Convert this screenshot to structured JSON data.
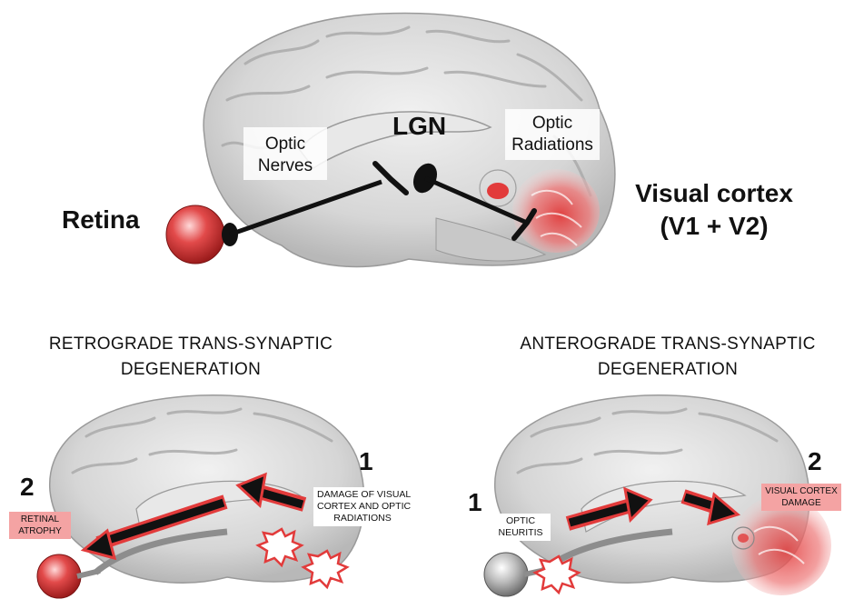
{
  "top": {
    "label_retina": "Retina",
    "label_optic_nerves": [
      "Optic",
      "Nerves"
    ],
    "label_lgn": "LGN",
    "label_optic_radiations": [
      "Optic",
      "Radiations"
    ],
    "label_visual_cortex": [
      "Visual cortex",
      "(V1 + V2)"
    ]
  },
  "retrograde": {
    "heading": [
      "RETROGRADE TRANS-SYNAPTIC",
      "DEGENERATION"
    ],
    "step1_number": "1",
    "step1_text": [
      "DAMAGE OF VISUAL",
      "CORTEX AND OPTIC",
      "RADIATIONS"
    ],
    "step2_number": "2",
    "step2_text": [
      "RETINAL",
      "ATROPHY"
    ]
  },
  "anterograde": {
    "heading": [
      "ANTEROGRADE TRANS-SYNAPTIC",
      "DEGENERATION"
    ],
    "step1_number": "1",
    "step1_text": [
      "OPTIC",
      "NEURITIS"
    ],
    "step2_number": "2",
    "step2_text": [
      "VISUAL CORTEX",
      "DAMAGE"
    ]
  },
  "colors": {
    "accent_red": "#e23b3b",
    "label_pink": "#f4a3a3",
    "brain_gray": "#d9d9d9"
  }
}
